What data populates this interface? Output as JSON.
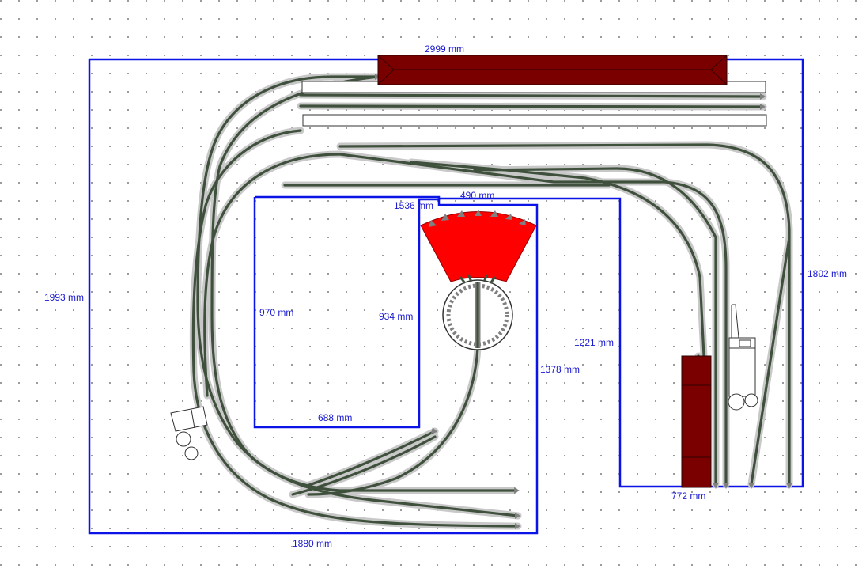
{
  "colors": {
    "background": "#ffffff",
    "grid_dot": "#555555",
    "board_outline": "#0a14e6",
    "dimension_text": "#1a1ad0",
    "track_ballast": "#c8c8c8",
    "track_rail": "#3f513c",
    "station_building": "#7a0000",
    "turntable_shed": "#ff0000",
    "turntable_arrow": "#808080"
  },
  "dimensions": {
    "top_width": "2999 mm",
    "left_height": "1993 mm",
    "right_height": "1802 mm",
    "bottom_left_width": "1880 mm",
    "inner_top_left": "1536 mm",
    "inner_top_mid": "490 mm",
    "inner_left_height": "970 mm",
    "inner_mid_height": "934 mm",
    "inner_bottom_width": "688 mm",
    "inner_right_height": "1378 mm",
    "right_leg_inner_height": "1221 mm",
    "right_leg_bottom_width": "772 mm"
  }
}
